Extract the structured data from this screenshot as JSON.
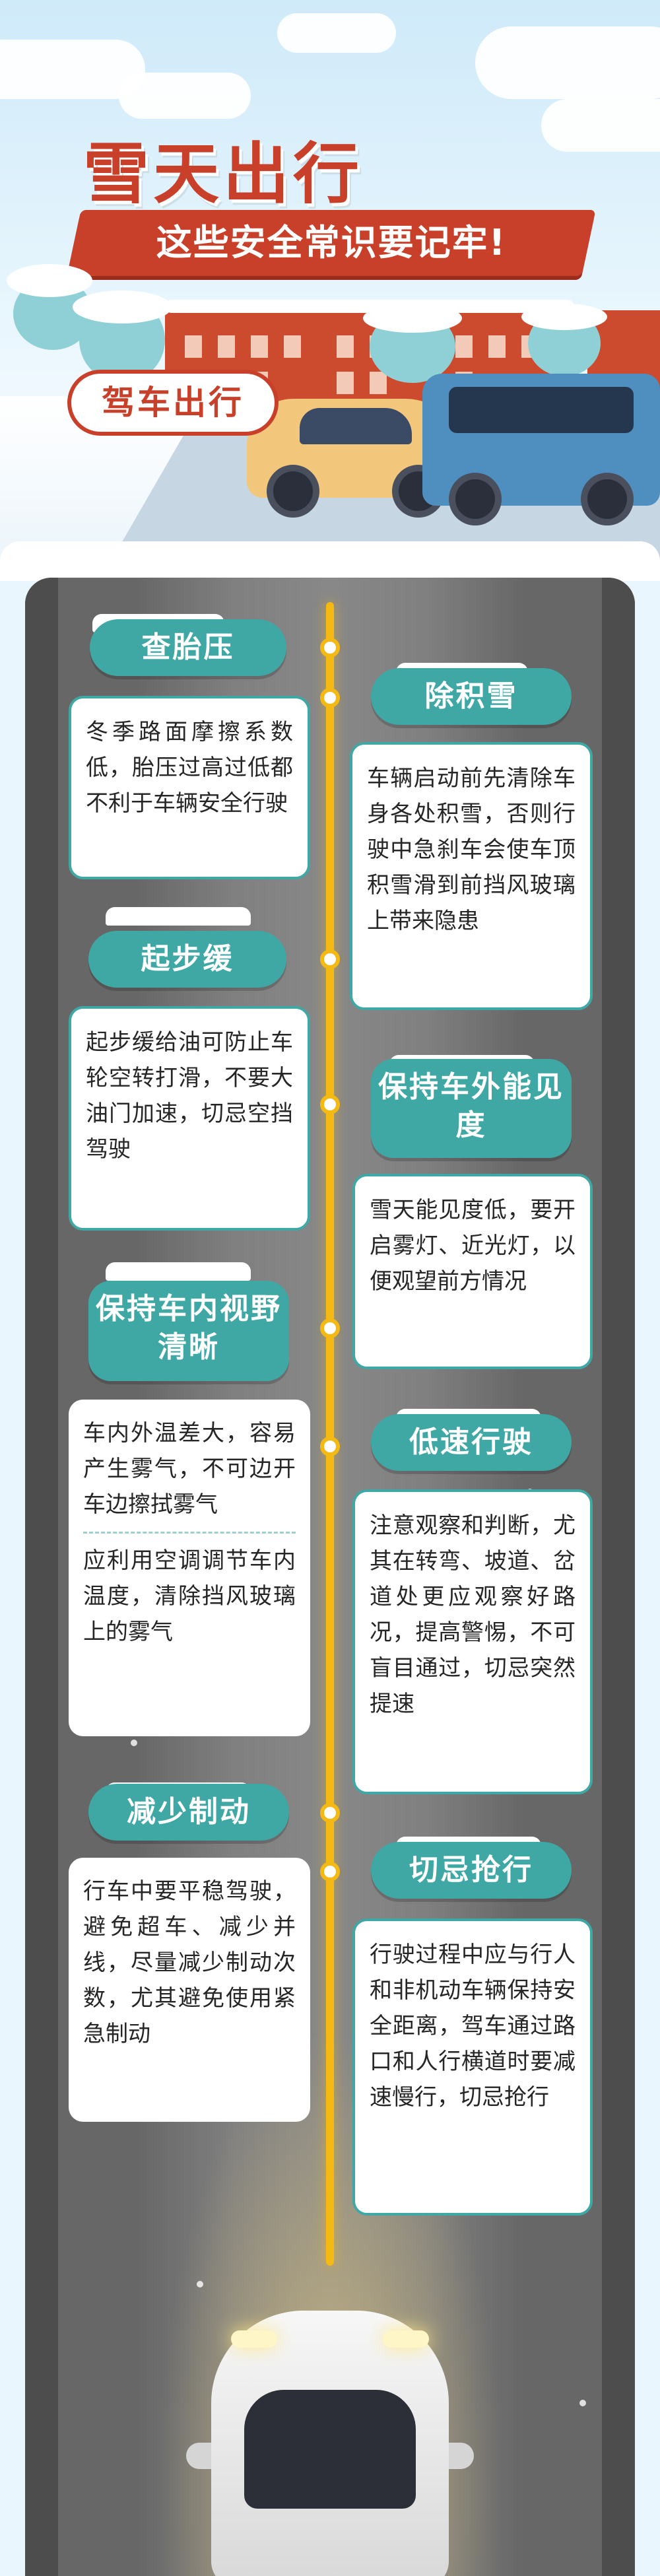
{
  "header": {
    "title": "雪天出行",
    "subtitle": "这些安全常识要记牢!",
    "section_tag": "驾车出行"
  },
  "items": [
    {
      "title": "查胎压",
      "text": "冬季路面摩擦系数低，胎压过高过低都不利于车辆安全行驶"
    },
    {
      "title": "除积雪",
      "text": "车辆启动前先清除车身各处积雪，否则行驶中急刹车会使车顶积雪滑到前挡风玻璃上带来隐患"
    },
    {
      "title": "起步缓",
      "text": "起步缓给油可防止车轮空转打滑，不要大油门加速，切忌空挡驾驶"
    },
    {
      "title": "保持车外能见度",
      "text": "雪天能见度低，要开启雾灯、近光灯，以便观望前方情况"
    },
    {
      "title": "保持车内视野清晰",
      "text": "车内外温差大，容易产生雾气，不可边开车边擦拭雾气",
      "text2": "应利用空调调节车内温度，清除挡风玻璃上的雾气"
    },
    {
      "title": "低速行驶",
      "text": "注意观察和判断，尤其在转弯、坡道、岔道处更应观察好路况，提高警惕，不可盲目通过，切忌突然提速"
    },
    {
      "title": "减少制动",
      "text": "行车中要平稳驾驶，避免超车、减少并线，尽量减少制动次数，尤其避免使用紧急制动"
    },
    {
      "title": "切忌抢行",
      "text": "行驶过程中应与行人和非机动车辆保持安全距离，驾车通过路口和人行横道时要减速慢行，切忌抢行"
    }
  ],
  "colors": {
    "accent": "#c9402a",
    "teal": "#3fa8a5",
    "road": "#676767",
    "center_line": "#f5b914"
  }
}
